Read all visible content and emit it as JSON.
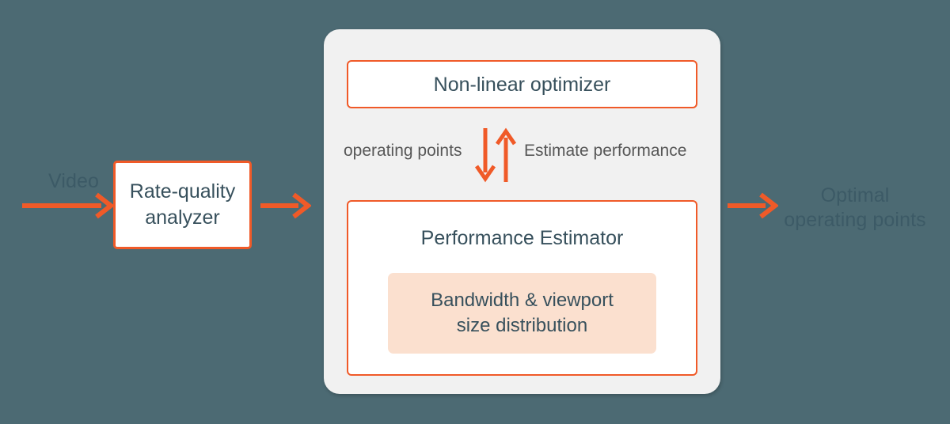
{
  "colors": {
    "background": "#4c6a73",
    "panel": "#f1f1f1",
    "accent_orange": "#f05a28",
    "box_fill": "#ffffff",
    "highlight_fill": "#fbe0cf",
    "text_dark": "#37505c",
    "label_on_dark": "#3c5a66",
    "label_gray": "#575757"
  },
  "input": {
    "label": "Video",
    "arrow_icon": "arrow-right-icon"
  },
  "rate_quality_analyzer": {
    "label": "Rate-quality\nanalyzer"
  },
  "connector_to_panel": {
    "arrow_icon": "arrow-right-icon"
  },
  "main_panel": {
    "optimizer": {
      "label": "Non-linear optimizer"
    },
    "exchange": {
      "down_label": "operating points",
      "down_arrow_icon": "arrow-down-icon",
      "up_arrow_icon": "arrow-up-icon",
      "up_label": "Estimate performance"
    },
    "estimator": {
      "title": "Performance Estimator",
      "distribution": {
        "label": "Bandwidth & viewport\nsize distribution"
      }
    }
  },
  "output": {
    "arrow_icon": "arrow-right-icon",
    "label": "Optimal\noperating points"
  }
}
